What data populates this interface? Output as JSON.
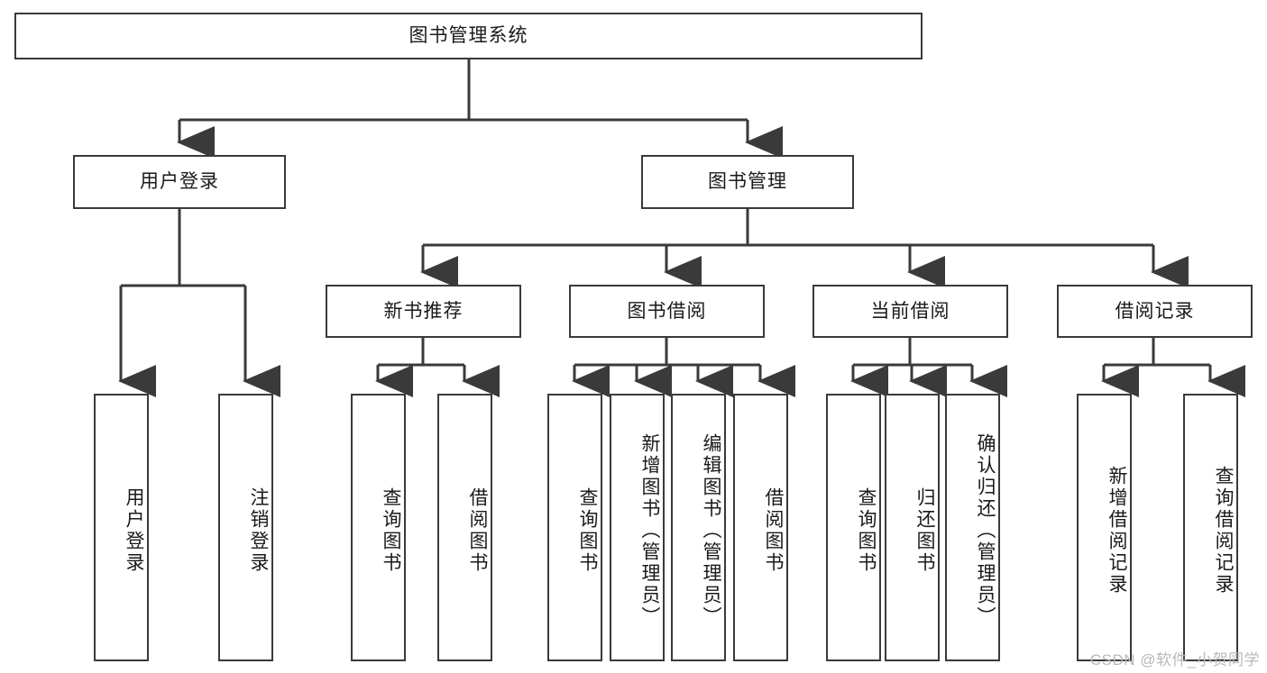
{
  "diagram": {
    "title": "图书管理系统",
    "type": "tree",
    "root": {
      "label": "图书管理系统"
    },
    "level2": [
      {
        "label": "用户登录"
      },
      {
        "label": "图书管理"
      }
    ],
    "level3": [
      {
        "label": "新书推荐"
      },
      {
        "label": "图书借阅"
      },
      {
        "label": "当前借阅"
      },
      {
        "label": "借阅记录"
      }
    ],
    "leaves": {
      "user_login": [
        {
          "label": "用户登录"
        },
        {
          "label": "注销登录"
        }
      ],
      "new_book_recommend": [
        {
          "label": "查询图书"
        },
        {
          "label": "借阅图书"
        }
      ],
      "book_borrow": [
        {
          "label": "查询图书"
        },
        {
          "label": "新增图书（管理员）"
        },
        {
          "label": "编辑图书（管理员）"
        },
        {
          "label": "借阅图书"
        }
      ],
      "current_borrow": [
        {
          "label": "查询图书"
        },
        {
          "label": "归还图书"
        },
        {
          "label": "确认归还（管理员）"
        }
      ],
      "borrow_record": [
        {
          "label": "新增借阅记录"
        },
        {
          "label": "查询借阅记录"
        }
      ]
    }
  },
  "watermark": {
    "text": "CSDN @软件_小贺同学"
  },
  "colors": {
    "stroke": "#3a3a3a",
    "box_fill": "#ffffff",
    "text": "#1a1a1a",
    "watermark": "#b8b8b8",
    "background": "#ffffff"
  }
}
